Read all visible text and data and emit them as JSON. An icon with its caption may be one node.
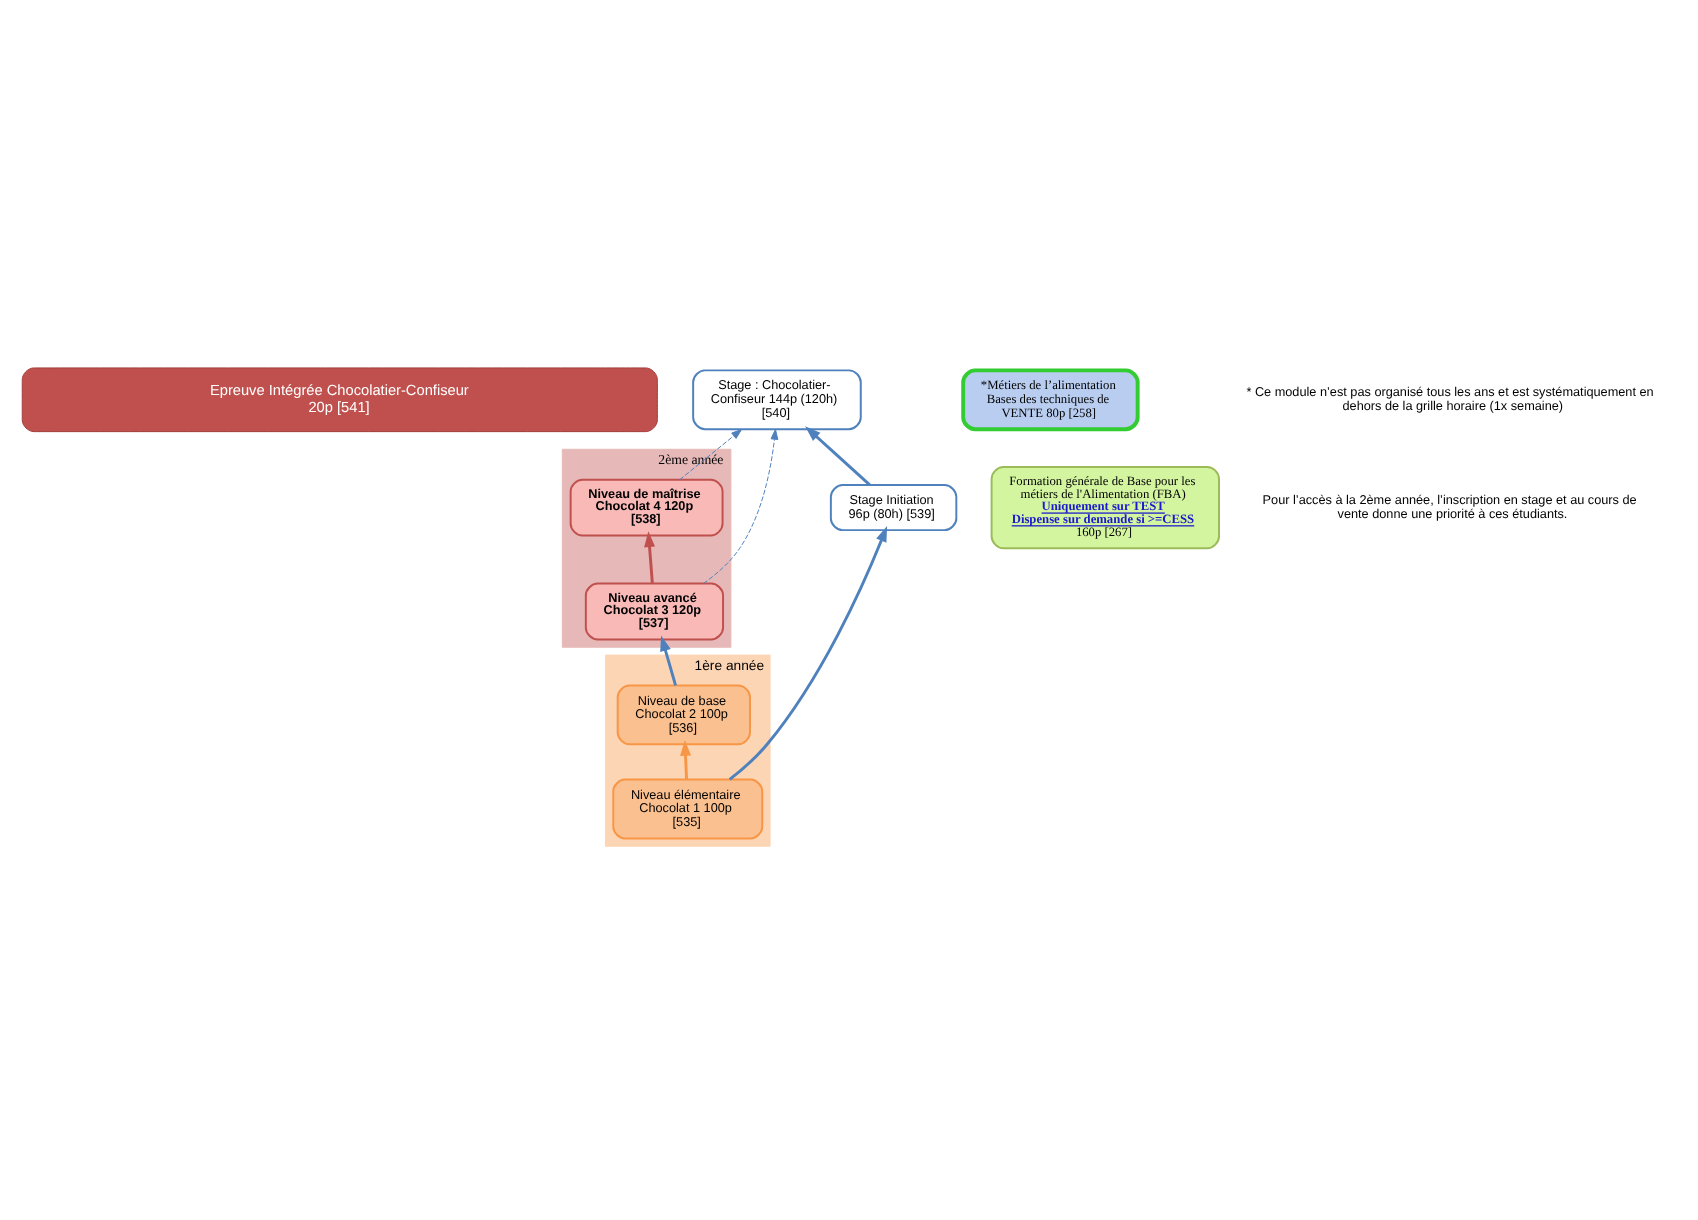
{
  "diagram": {
    "nodes": [
      {
        "text": [
          "Epreuve Intégrée Chocolatier-Confiseur 20p [541]"
        ]
      },
      {
        "text": [
          "2ème année"
        ]
      },
      {
        "text": [
          "Niveau de maîtrise Chocolat 4 120p [538]"
        ],
        "in": 1
      },
      {
        "text": [
          "Niveau avancé Chocolat 3 120p [537]"
        ],
        "in": 1
      },
      {
        "text": [
          "Stage : Chocolatier-Confiseur 144p (120h) [540]"
        ]
      },
      {
        "text": [
          "*Métiers de l’alimentation Bases des techniques de VENTE 80p [258]"
        ]
      },
      {
        "text": [
          "1ère année"
        ]
      },
      {
        "text": [
          "Stage Initiation 96p (80h) [539]"
        ]
      },
      {
        "text": [
          "Niveau de base Chocolat 2 100p [536]"
        ],
        "in": 6
      },
      {
        "text": [
          "Niveau élémentaire Chocolat 1 100p [535]"
        ],
        "in": 6
      },
      {
        "text": [
          "Formation générale de Base pour les métiers de l'Alimentation (FBA)",
          "Uniquement sur TEST",
          "Dispense sur demande si >=CESS",
          "160p [267]"
        ]
      }
    ],
    "edges": [
      {
        "from": 3,
        "to": 2,
        "arrow": "to",
        "color": "#c0504d"
      },
      {
        "from": 2,
        "to": 4,
        "arrow": "to",
        "style": "dashed"
      },
      {
        "from": 3,
        "to": 4,
        "arrow": "to",
        "style": "dashed"
      },
      {
        "from": 7,
        "to": 4,
        "arrow": "to"
      },
      {
        "from": 8,
        "to": 3,
        "arrow": "to"
      },
      {
        "from": 9,
        "to": 8,
        "arrow": "to",
        "color": "#f79646"
      },
      {
        "from": 9,
        "to": 7,
        "arrow": "to"
      }
    ],
    "labels": [
      "* Ce module n’est pas organisé tous les ans et est systématiquement en dehors de la grille horaire (1x semaine)",
      "Pour l’accès à la 2ème année, l’inscription en stage et au cours de vente donne une priorité à ces étudiants."
    ]
  }
}
